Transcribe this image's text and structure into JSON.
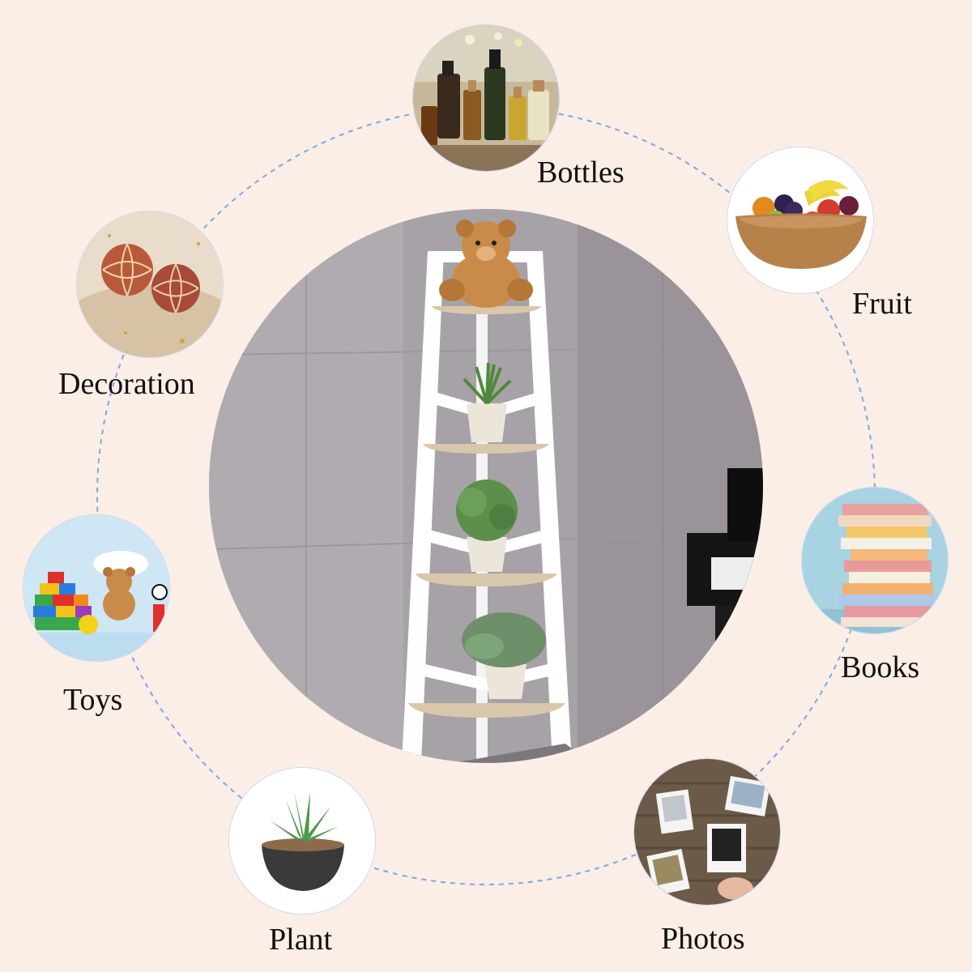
{
  "colors": {
    "background": "#fbeee6",
    "ring_dash": "#7fa6de",
    "wall": "#a7a2a7",
    "shelf_frame": "#ffffff",
    "shelf_wood": "#d8c7ab"
  },
  "main_image": {
    "icon": "corner-ladder-shelf-photo"
  },
  "items": [
    {
      "key": "bottles",
      "label": "Bottles",
      "icon": "bottles-photo-icon"
    },
    {
      "key": "fruit",
      "label": "Fruit",
      "icon": "fruit-bowl-photo-icon"
    },
    {
      "key": "books",
      "label": "Books",
      "icon": "books-photo-icon"
    },
    {
      "key": "photos",
      "label": "Photos",
      "icon": "photos-photo-icon"
    },
    {
      "key": "plant",
      "label": "Plant",
      "icon": "plant-photo-icon"
    },
    {
      "key": "toys",
      "label": "Toys",
      "icon": "toys-photo-icon"
    },
    {
      "key": "decoration",
      "label": "Decoration",
      "icon": "decoration-photo-icon"
    }
  ]
}
